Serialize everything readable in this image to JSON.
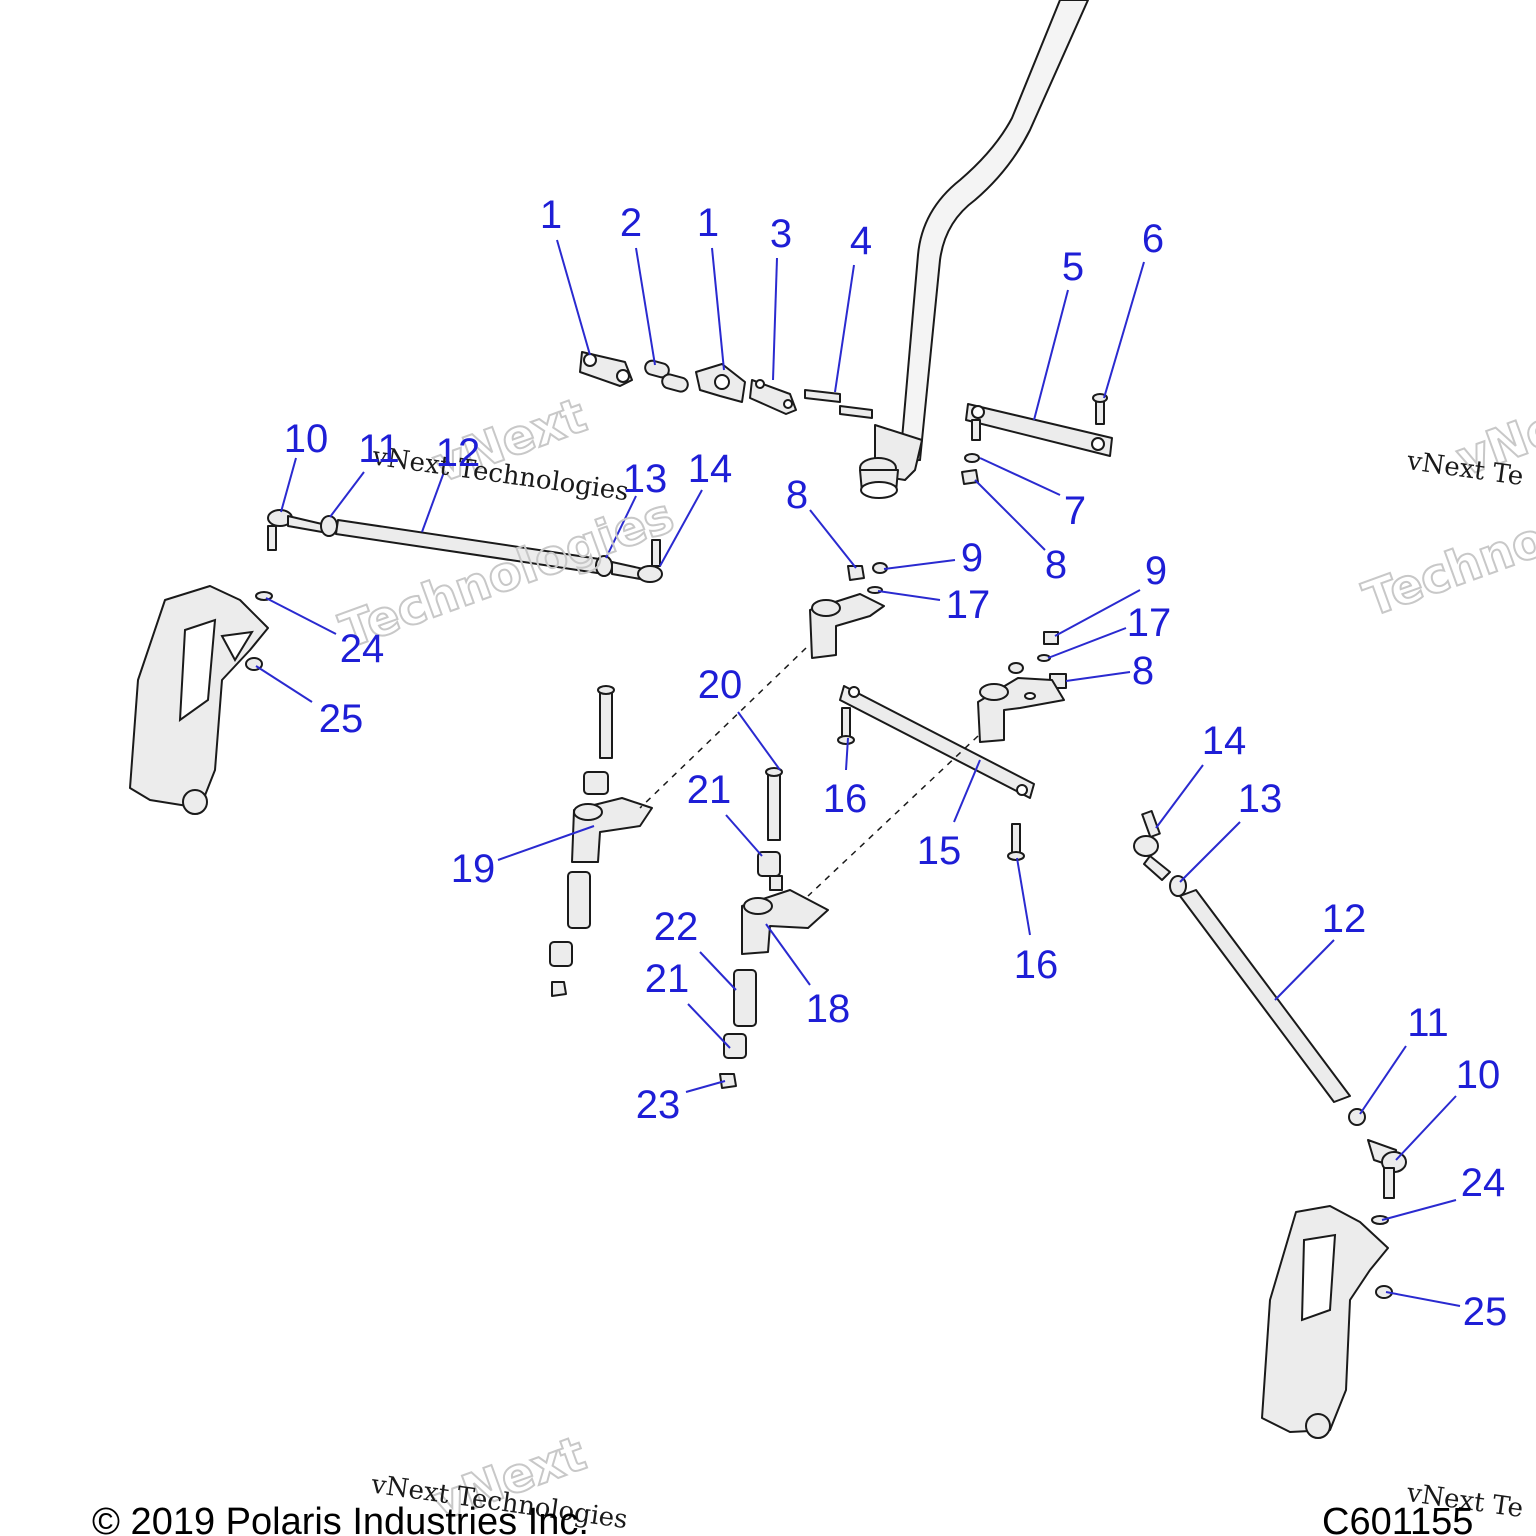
{
  "callouts": [
    {
      "label": "1"
    },
    {
      "label": "2"
    },
    {
      "label": "1"
    },
    {
      "label": "3"
    },
    {
      "label": "4"
    },
    {
      "label": "5"
    },
    {
      "label": "6"
    },
    {
      "label": "7"
    },
    {
      "label": "8"
    },
    {
      "label": "8"
    },
    {
      "label": "9"
    },
    {
      "label": "17"
    },
    {
      "label": "9"
    },
    {
      "label": "17"
    },
    {
      "label": "8"
    },
    {
      "label": "10"
    },
    {
      "label": "11"
    },
    {
      "label": "12"
    },
    {
      "label": "13"
    },
    {
      "label": "14"
    },
    {
      "label": "24"
    },
    {
      "label": "25"
    },
    {
      "label": "20"
    },
    {
      "label": "16"
    },
    {
      "label": "21"
    },
    {
      "label": "19"
    },
    {
      "label": "15"
    },
    {
      "label": "16"
    },
    {
      "label": "14"
    },
    {
      "label": "13"
    },
    {
      "label": "22"
    },
    {
      "label": "21"
    },
    {
      "label": "18"
    },
    {
      "label": "23"
    },
    {
      "label": "12"
    },
    {
      "label": "11"
    },
    {
      "label": "10"
    },
    {
      "label": "24"
    },
    {
      "label": "25"
    }
  ],
  "watermark": {
    "company_line": "vNext Technologies",
    "brand_top": "vNext",
    "brand_bottom": "Technologies",
    "right_line": "vNext Te",
    "right_brand_top": "vNe",
    "right_brand_bottom": "Technolo"
  },
  "footer": {
    "copyright": "© 2019 Polaris Industries Inc.",
    "drawing_number": "C601155"
  }
}
